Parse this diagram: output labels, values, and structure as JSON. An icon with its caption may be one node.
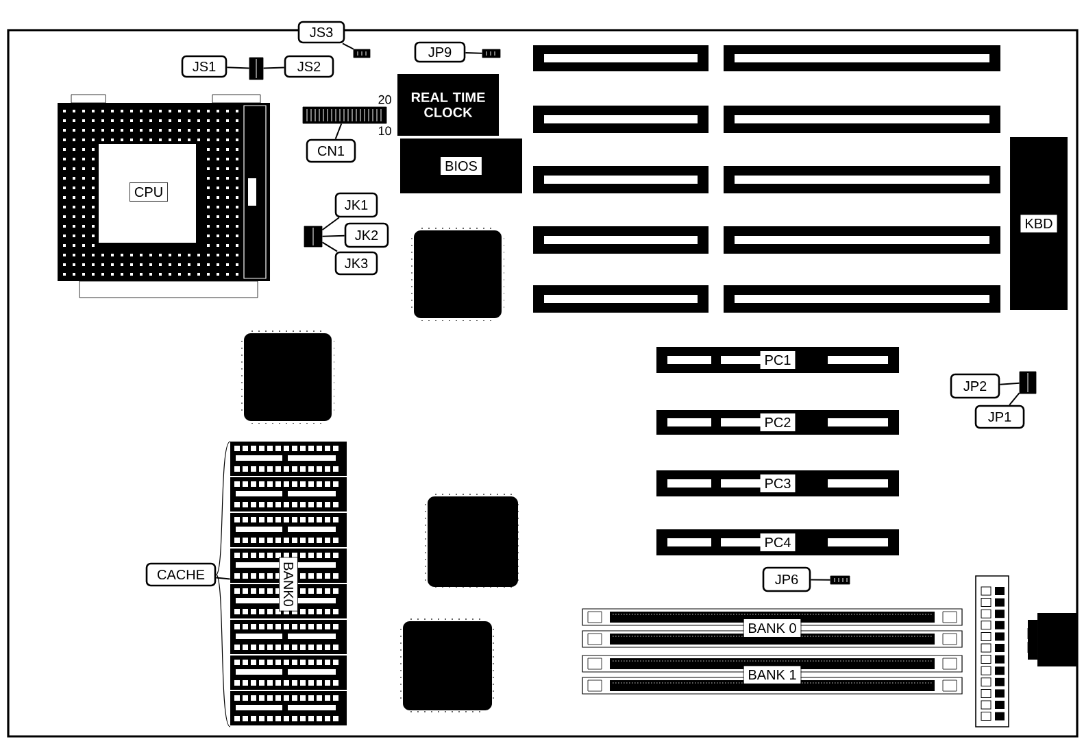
{
  "diagram": {
    "nodes": [
      {
        "text": [
          "JS3"
        ]
      },
      {
        "text": [],
        "shape": "box"
      },
      {
        "text": [
          "JS1"
        ]
      },
      {
        "text": [
          "JS2"
        ]
      },
      {
        "text": [],
        "shape": "box"
      },
      {
        "text": [
          "JP9"
        ]
      },
      {
        "text": [],
        "shape": "box"
      },
      {
        "text": [
          "CPU"
        ]
      },
      {
        "text": [
          "CN1"
        ]
      },
      {
        "text": [],
        "shape": "box"
      },
      {
        "text": [
          "REAL TIME CLOCK"
        ]
      },
      {
        "text": [
          "BIOS"
        ]
      },
      {
        "text": [
          "JK1"
        ]
      },
      {
        "text": [
          "JK2"
        ]
      },
      {
        "text": [
          "JK3"
        ]
      },
      {
        "text": [],
        "shape": "box"
      },
      {
        "text": [],
        "shape": "bar"
      },
      {
        "text": [],
        "shape": "bar"
      },
      {
        "text": [],
        "shape": "bar"
      },
      {
        "text": [],
        "shape": "bar"
      },
      {
        "text": [],
        "shape": "bar"
      },
      {
        "text": [],
        "shape": "bar"
      },
      {
        "text": [],
        "shape": "bar"
      },
      {
        "text": [],
        "shape": "bar"
      },
      {
        "text": [],
        "shape": "bar"
      },
      {
        "text": [],
        "shape": "bar"
      },
      {
        "text": [
          "KBD"
        ]
      },
      {
        "text": [
          "PC1"
        ]
      },
      {
        "text": [
          "PC2"
        ]
      },
      {
        "text": [
          "PC3"
        ]
      },
      {
        "text": [
          "PC4"
        ]
      },
      {
        "text": [
          "JP2"
        ]
      },
      {
        "text": [
          "JP1"
        ]
      },
      {
        "text": [],
        "shape": "box"
      },
      {
        "text": [
          "JP6"
        ]
      },
      {
        "text": [],
        "shape": "box"
      },
      {
        "text": [
          "BANK 0"
        ]
      },
      {
        "text": [
          "BANK 1"
        ]
      },
      {
        "text": [
          "CACHE"
        ]
      },
      {
        "text": [
          "BANK0"
        ]
      }
    ],
    "edges": [
      {
        "from": 0,
        "to": 1,
        "arrow": "none"
      },
      {
        "from": 2,
        "to": 4,
        "arrow": "none"
      },
      {
        "from": 3,
        "to": 4,
        "arrow": "none"
      },
      {
        "from": 5,
        "to": 6,
        "arrow": "none"
      },
      {
        "from": 8,
        "to": 9,
        "arrow": "none"
      },
      {
        "from": 12,
        "to": 15,
        "arrow": "none"
      },
      {
        "from": 13,
        "to": 15,
        "arrow": "none"
      },
      {
        "from": 14,
        "to": 15,
        "arrow": "none"
      },
      {
        "from": 31,
        "to": 33,
        "arrow": "none"
      },
      {
        "from": 32,
        "to": 33,
        "arrow": "none"
      },
      {
        "from": 34,
        "to": 35,
        "arrow": "none"
      },
      {
        "from": 38,
        "to": 39,
        "arrow": "none"
      }
    ],
    "labels": [
      "20",
      "10"
    ]
  }
}
